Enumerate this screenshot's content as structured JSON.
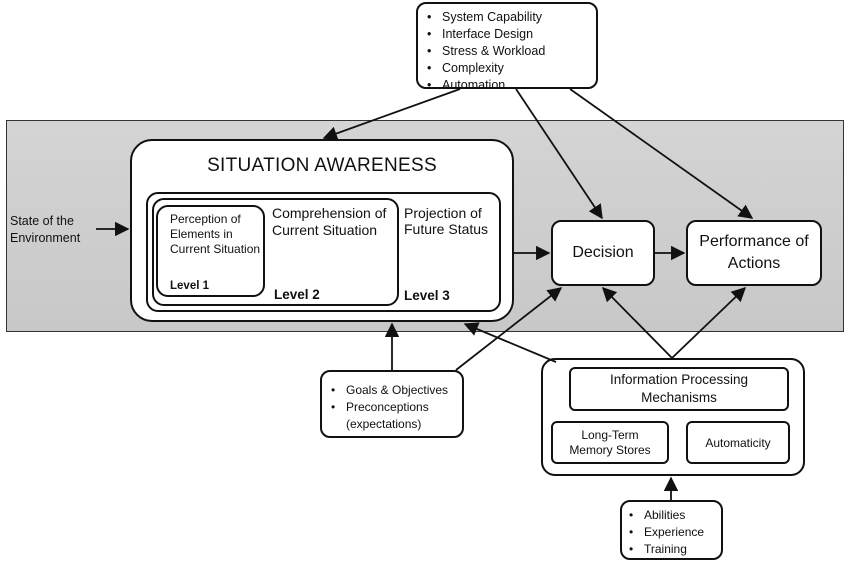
{
  "factors_top": [
    "System Capability",
    "Interface Design",
    "Stress & Workload",
    "Complexity",
    "Automation"
  ],
  "environment_label": "State of the Environment",
  "situation_awareness": {
    "title": "SITUATION AWARENESS",
    "level1_text": "Perception of Elements in Current Situation",
    "level1_label": "Level 1",
    "level2_text": "Comprehension of Current Situation",
    "level2_label": "Level 2",
    "level3_text": "Projection of Future Status",
    "level3_label": "Level 3"
  },
  "decision": "Decision",
  "performance": "Performance of Actions",
  "goals": [
    "Goals & Objectives",
    "Preconceptions (expectations)"
  ],
  "info_processing": {
    "title": "Information Processing Mechanisms",
    "long_term": "Long-Term Memory Stores",
    "automaticity": "Automaticity"
  },
  "abilities": [
    "Abilities",
    "Experience",
    "Training"
  ]
}
